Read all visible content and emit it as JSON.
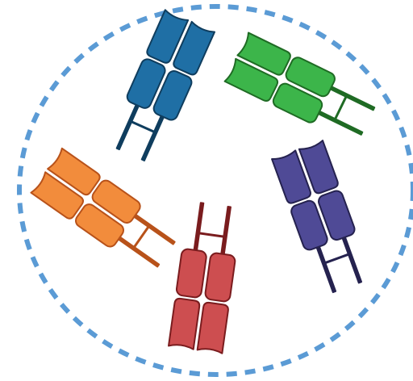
{
  "colors": {
    "background": "#ffffff",
    "boundary": "#5b9bd5"
  },
  "boundary": {
    "shape": "ellipse",
    "line_style": "dashed"
  },
  "molecules": [
    {
      "name": "receptor-blue",
      "fill": "#1f6fa5",
      "stroke": "#0f3d5e",
      "tail": "#0f3d5e"
    },
    {
      "name": "receptor-green",
      "fill": "#3cb54a",
      "stroke": "#1f6b24",
      "tail": "#1f6b24"
    },
    {
      "name": "receptor-orange",
      "fill": "#f28c3c",
      "stroke": "#b8521a",
      "tail": "#b8521a"
    },
    {
      "name": "receptor-red",
      "fill": "#cd4e50",
      "stroke": "#7a1c1e",
      "tail": "#7a1c1e"
    },
    {
      "name": "receptor-purple",
      "fill": "#4f4a96",
      "stroke": "#25224f",
      "tail": "#25224f"
    }
  ]
}
